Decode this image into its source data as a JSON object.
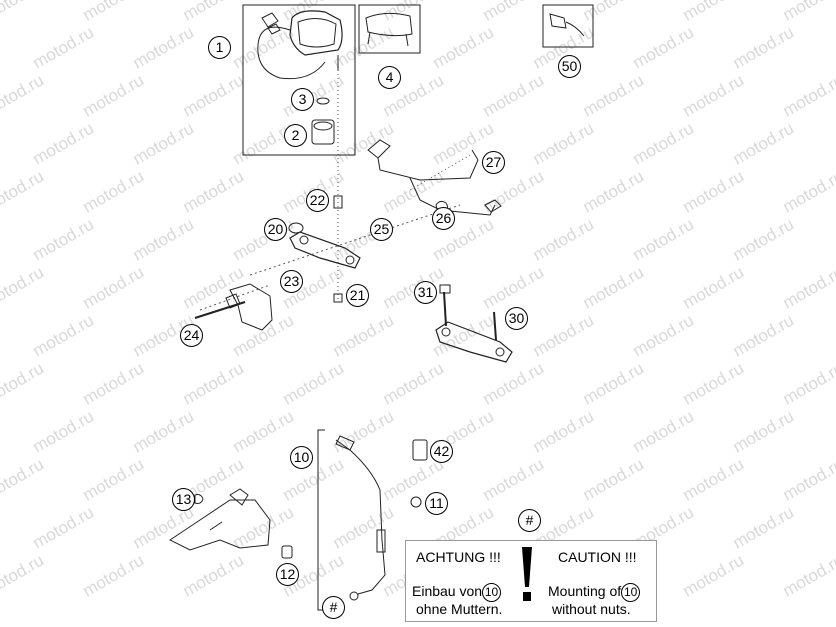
{
  "watermark": "motod.ru",
  "callouts": {
    "c1": "1",
    "c2": "2",
    "c3": "3",
    "c4": "4",
    "c50": "50",
    "c27": "27",
    "c22": "22",
    "c26": "26",
    "c20": "20",
    "c25": "25",
    "c23": "23",
    "c21": "21",
    "c24": "24",
    "c31": "31",
    "c30": "30",
    "c10": "10",
    "c42": "42",
    "c11": "11",
    "c13": "13",
    "c12": "12",
    "chash_note": "#",
    "chash_cable": "#"
  },
  "note": {
    "left_title": "ACHTUNG !!!",
    "right_title": "CAUTION !!!",
    "left_line1_prefix": "Einbau von",
    "left_line1_ref": "10",
    "left_line2": "ohne Muttern.",
    "right_line1_prefix": "Mounting of",
    "right_line1_ref": "10",
    "right_line2": "without nuts."
  }
}
